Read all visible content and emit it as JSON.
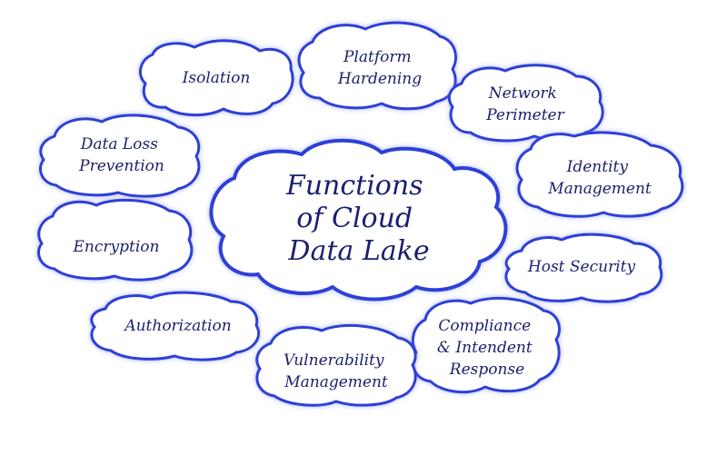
{
  "diagram": {
    "center": {
      "lines": [
        "Functions",
        "of Cloud",
        "Data Lake"
      ]
    },
    "nodes": [
      {
        "id": "isolation",
        "lines": [
          "Isolation"
        ]
      },
      {
        "id": "platform-hardening",
        "lines": [
          "Platform",
          "Hardening"
        ]
      },
      {
        "id": "network-perimeter",
        "lines": [
          "Network",
          "Perimeter"
        ]
      },
      {
        "id": "identity-management",
        "lines": [
          "Identity",
          "Management"
        ]
      },
      {
        "id": "host-security",
        "lines": [
          "Host Security"
        ]
      },
      {
        "id": "compliance",
        "lines": [
          "Compliance",
          "& Intendent",
          "Response"
        ]
      },
      {
        "id": "vulnerability-management",
        "lines": [
          "Vulnerability",
          "Management"
        ]
      },
      {
        "id": "authorization",
        "lines": [
          "Authorization"
        ]
      },
      {
        "id": "encryption",
        "lines": [
          "Encryption"
        ]
      },
      {
        "id": "data-loss-prevention",
        "lines": [
          "Data Loss",
          "Prevention"
        ]
      }
    ],
    "colors": {
      "outline": "#2f3fd6",
      "text": "#1b1f6e",
      "background": "#ffffff"
    }
  }
}
